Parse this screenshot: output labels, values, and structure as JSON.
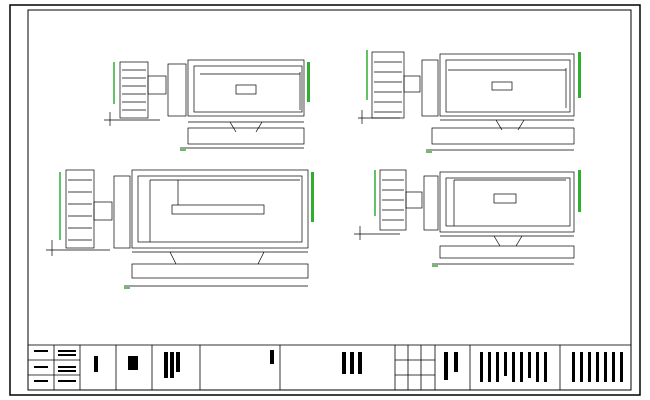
{
  "drawing": {
    "background": "#ffffff",
    "line_color": "#000000",
    "accent_green": "#2fae2f",
    "views": [
      {
        "id": "view-top-left",
        "side_label_color": "#2fae2f"
      },
      {
        "id": "view-top-right",
        "side_label_color": "#2fae2f"
      },
      {
        "id": "view-bottom-left",
        "side_label_color": "#2fae2f"
      },
      {
        "id": "view-bottom-right",
        "side_label_color": "#2fae2f"
      }
    ],
    "title_block": {
      "cells": 12
    }
  }
}
